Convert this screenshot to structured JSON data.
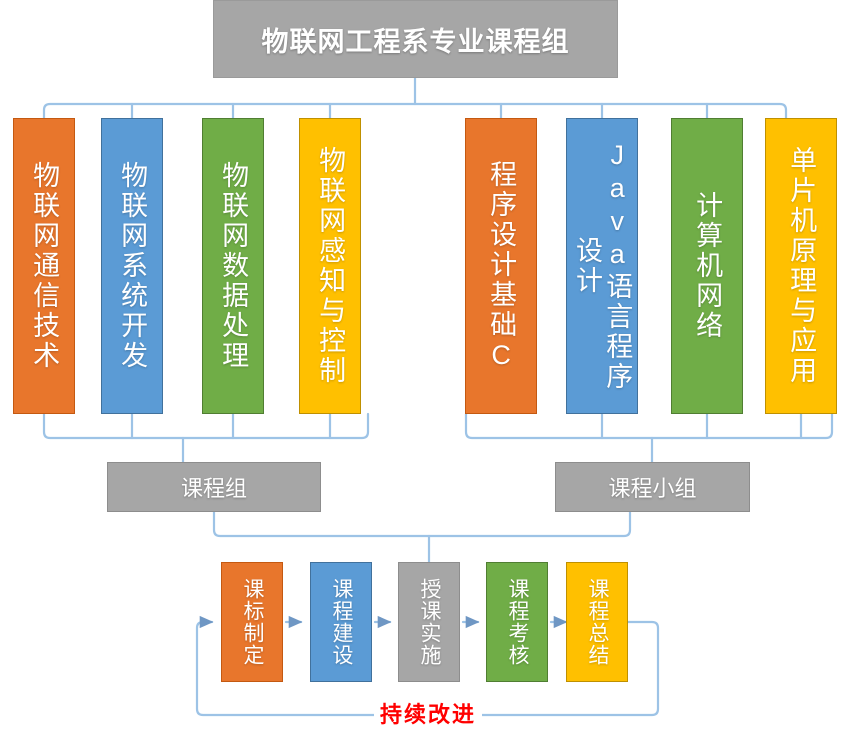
{
  "title": {
    "label": "物联网工程系专业课程组"
  },
  "colors": {
    "orange": "#E8762C",
    "orange_border": "#C45911",
    "blue": "#5B9BD5",
    "blue_border": "#41719C",
    "green": "#70AD47",
    "green_border": "#507E32",
    "yellow": "#FFC000",
    "yellow_border": "#BF9000",
    "gray": "#A6A6A6",
    "gray_border": "#8D8D8D",
    "connector": "#9DC3E6",
    "improve_red": "#FF0000"
  },
  "left_group": {
    "group_label": "课程组",
    "courses": [
      {
        "label": "物联网通信技术",
        "color": "orange"
      },
      {
        "label": "物联网系统开发",
        "color": "blue"
      },
      {
        "label": "物联网数据处理",
        "color": "green"
      },
      {
        "label": "物联网感知与控制",
        "color": "yellow"
      }
    ]
  },
  "right_group": {
    "group_label": "课程小组",
    "courses": [
      {
        "label": "程序设计基础C",
        "color": "orange"
      },
      {
        "label": "Java语言程序设计",
        "color": "blue"
      },
      {
        "label": "计算机网络",
        "color": "green"
      },
      {
        "label": "单片机原理与应用",
        "color": "yellow"
      }
    ]
  },
  "process": {
    "steps": [
      {
        "label": "课标制定",
        "color": "orange"
      },
      {
        "label": "课程建设",
        "color": "blue"
      },
      {
        "label": "授课实施",
        "color": "gray"
      },
      {
        "label": "课程考核",
        "color": "green"
      },
      {
        "label": "课程总结",
        "color": "yellow"
      }
    ],
    "feedback_label": "持续改进"
  }
}
